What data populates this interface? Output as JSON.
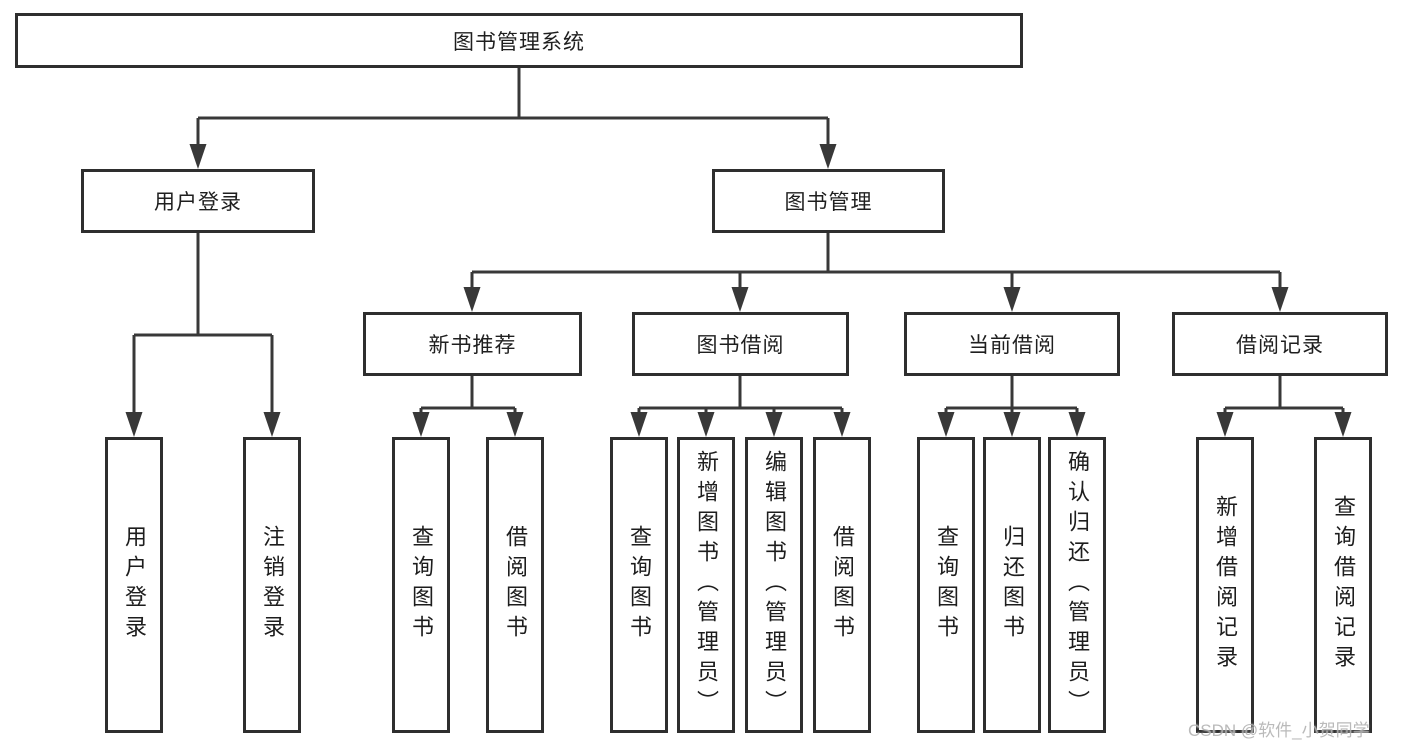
{
  "tree": {
    "root": {
      "label": "图书管理系统"
    },
    "branches": [
      {
        "label": "用户登录",
        "children": [
          {
            "label": "用户登录"
          },
          {
            "label": "注销登录"
          }
        ]
      },
      {
        "label": "图书管理",
        "children": [
          {
            "label": "新书推荐",
            "children": [
              {
                "label": "查询图书"
              },
              {
                "label": "借阅图书"
              }
            ]
          },
          {
            "label": "图书借阅",
            "children": [
              {
                "label": "查询图书"
              },
              {
                "label": "新增图书（管理员）"
              },
              {
                "label": "编辑图书（管理员）"
              },
              {
                "label": "借阅图书"
              }
            ]
          },
          {
            "label": "当前借阅",
            "children": [
              {
                "label": "查询图书"
              },
              {
                "label": "归还图书"
              },
              {
                "label": "确认归还（管理员）"
              }
            ]
          },
          {
            "label": "借阅记录",
            "children": [
              {
                "label": "新增借阅记录"
              },
              {
                "label": "查询借阅记录"
              }
            ]
          }
        ]
      }
    ]
  },
  "watermark": {
    "text": "CSDN @软件_小贺同学"
  },
  "colors": {
    "line": "#383838",
    "box_border": "#2e2e2e",
    "text": "#1d1d1d",
    "watermark": "#b3b3b3",
    "background": "#ffffff"
  }
}
